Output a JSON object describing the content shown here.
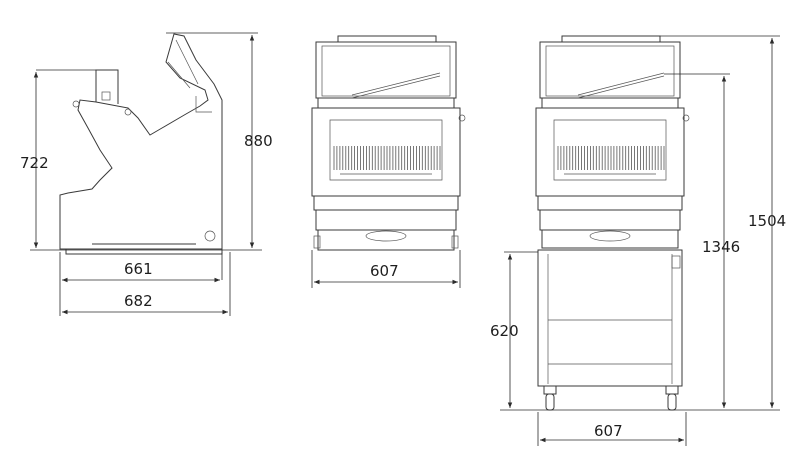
{
  "diagram": {
    "side_view": {
      "height_total": "880",
      "height_body": "722",
      "width_base": "661",
      "width_total": "682"
    },
    "front_view": {
      "width": "607"
    },
    "front_stand_view": {
      "height_total": "1504",
      "height_machine": "1346",
      "height_stand": "620",
      "width": "607"
    }
  }
}
